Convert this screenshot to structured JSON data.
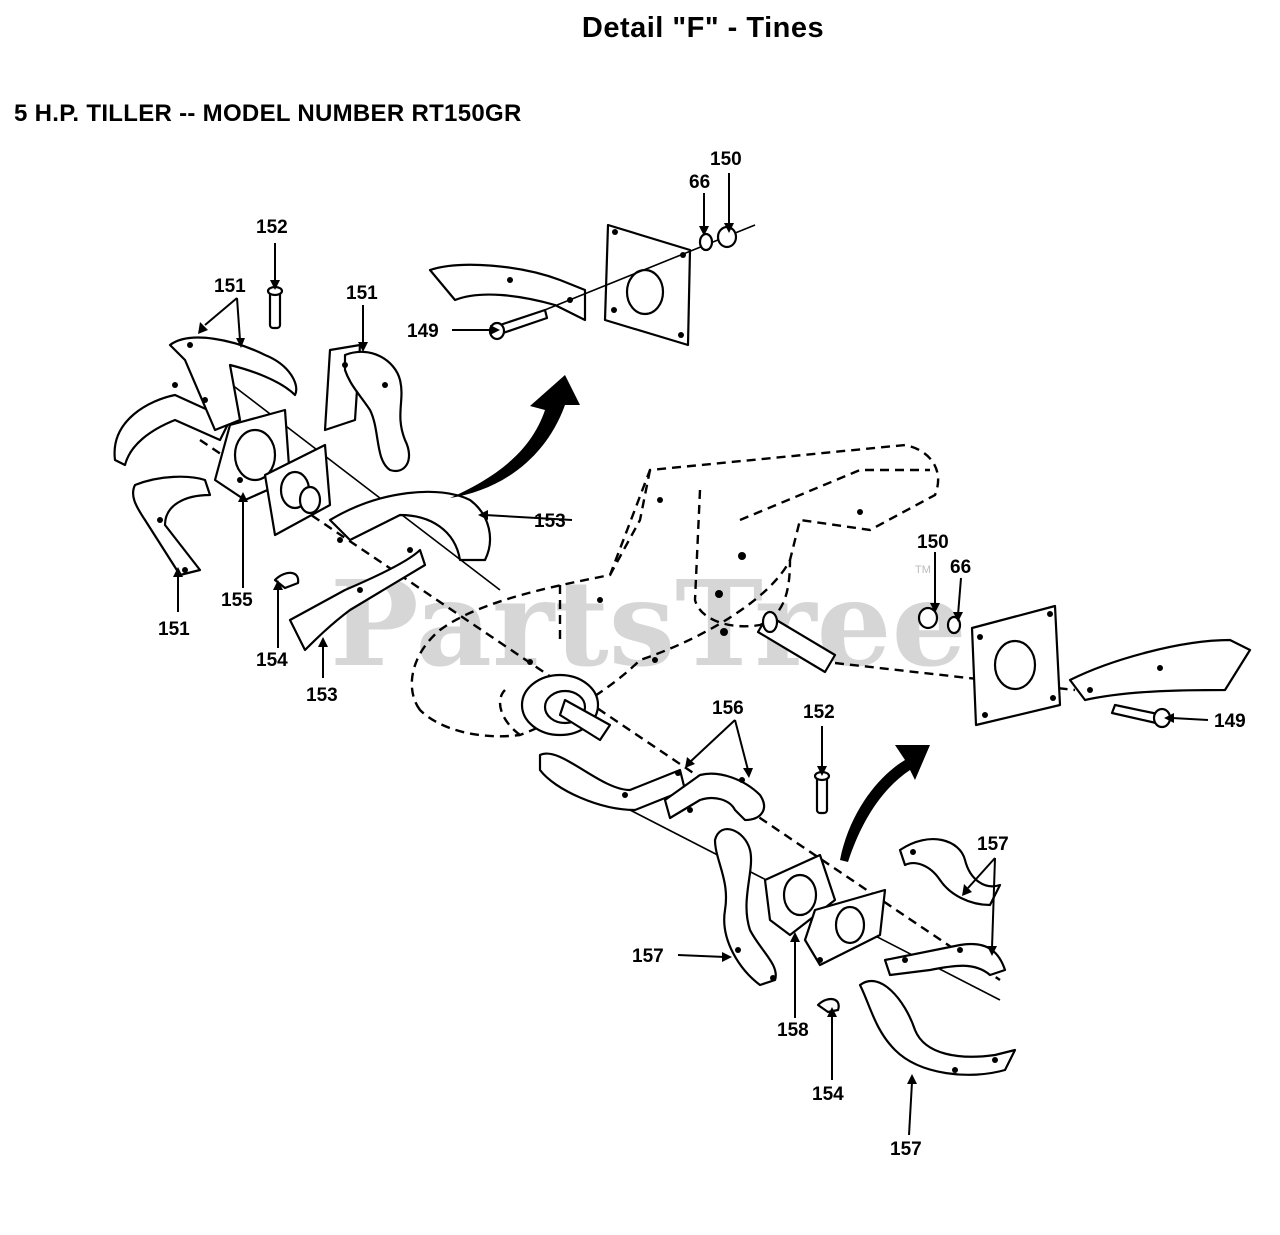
{
  "title": "Detail \"F\" - Tines",
  "subtitle": "5 H.P. TILLER -- MODEL NUMBER RT150GR",
  "watermark": "PartsTree",
  "watermark_mark": "TM",
  "callouts": {
    "c149a": "149",
    "c149b": "149",
    "c150a": "150",
    "c150b": "150",
    "c66a": "66",
    "c66b": "66",
    "c151a": "151",
    "c151b": "151",
    "c151c": "151",
    "c152a": "152",
    "c152b": "152",
    "c153a": "153",
    "c153b": "153",
    "c154a": "154",
    "c154b": "154",
    "c155": "155",
    "c156": "156",
    "c157a": "157",
    "c157b": "157",
    "c157c": "157",
    "c158": "158"
  }
}
